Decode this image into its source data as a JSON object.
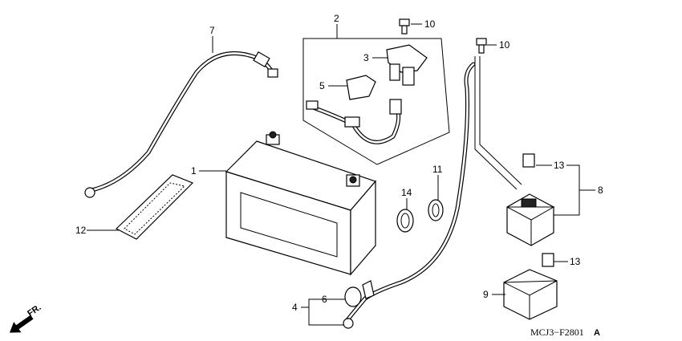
{
  "callouts": [
    {
      "id": "battery",
      "label": "1"
    },
    {
      "id": "cable-set",
      "label": "2"
    },
    {
      "id": "relay-cover",
      "label": "3"
    },
    {
      "id": "negative-cable-set",
      "label": "4"
    },
    {
      "id": "terminal-cover",
      "label": "5"
    },
    {
      "id": "terminal-boot",
      "label": "6"
    },
    {
      "id": "negative-cable",
      "label": "7"
    },
    {
      "id": "starter-relay",
      "label": "8"
    },
    {
      "id": "relay-case",
      "label": "9"
    },
    {
      "id": "bolt-a",
      "label": "10"
    },
    {
      "id": "bolt-b",
      "label": "10"
    },
    {
      "id": "clamp-a",
      "label": "11"
    },
    {
      "id": "battery-band",
      "label": "12"
    },
    {
      "id": "fuse-a",
      "label": "13"
    },
    {
      "id": "fuse-b",
      "label": "13"
    },
    {
      "id": "clamp-b",
      "label": "14"
    }
  ],
  "direction_arrow": "FR.",
  "diagram_code": "MCJ3−F2801",
  "diagram_suffix": "A"
}
